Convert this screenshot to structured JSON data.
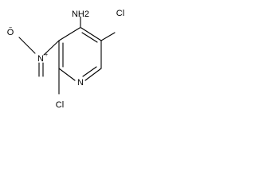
{
  "molecule": {
    "atoms": {
      "amine": "NH2",
      "chloro_top": "Cl",
      "chloro_bottom": "Cl",
      "nitro_nitrogen": "N",
      "nitro_oxygen_left": "O",
      "ring_nitrogen": "N"
    },
    "charges": {
      "nitro_nitrogen": "+",
      "nitro_oxygen_left": "−"
    },
    "colors": {
      "bond": "#000000",
      "background": "#ffffff"
    }
  }
}
